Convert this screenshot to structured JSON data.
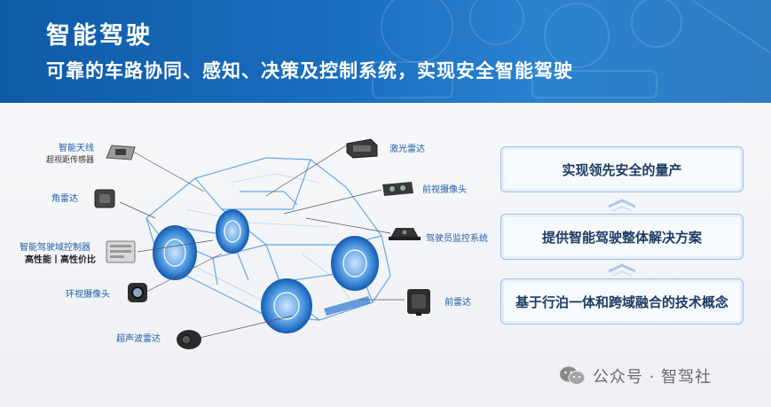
{
  "header": {
    "title": "智能驾驶",
    "subtitle": "可靠的车路协同、感知、决策及控制系统，实现安全智能驾驶"
  },
  "components": {
    "antenna": {
      "label": "智能天线",
      "sublabel": "超视距传感器"
    },
    "corner_radar": {
      "label": "角雷达"
    },
    "domain_controller": {
      "label": "智能驾驶域控制器",
      "sublabel": "高性能丨高性价比"
    },
    "surround_camera": {
      "label": "环视摄像头"
    },
    "ultrasonic_radar": {
      "label": "超声波雷达"
    },
    "lidar": {
      "label": "激光雷达"
    },
    "front_camera": {
      "label": "前视摄像头"
    },
    "driver_monitor": {
      "label": "驾驶员监控系统"
    },
    "front_radar": {
      "label": "前雷达"
    }
  },
  "pyramid": {
    "top": "实现领先安全的量产",
    "middle": "提供智能驾驶整体解决方案",
    "bottom": "基于行泊一体和跨域融合的技术概念"
  },
  "watermark": {
    "text": "公众号 · 智驾社",
    "icon": "wechat-icon"
  },
  "colors": {
    "banner": "#1a6ec0",
    "label_blue": "#1f5fa8",
    "panel_text": "#1d3c63",
    "car_line": "#3a8fdc"
  }
}
